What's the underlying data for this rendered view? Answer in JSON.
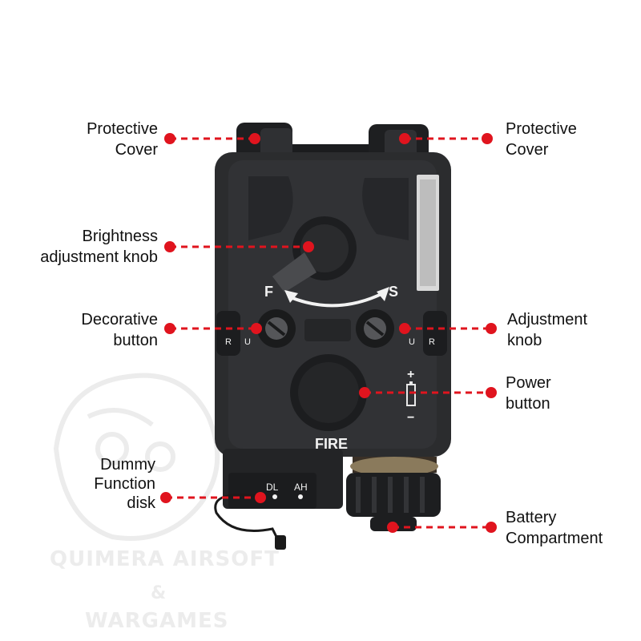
{
  "device_markings": {
    "fire": "FIRE",
    "f": "F",
    "s": "S",
    "dl": "DL",
    "ah": "AH",
    "left_toggle": [
      "R",
      "U"
    ],
    "right_toggle": [
      "U",
      "R"
    ],
    "plus": "+",
    "minus": "−"
  },
  "callouts": [
    {
      "id": "protective-cover-left",
      "text": "Protective\nCover",
      "side": "left"
    },
    {
      "id": "protective-cover-right",
      "text": "Protective\nCover",
      "side": "right"
    },
    {
      "id": "brightness-knob",
      "text": "Brightness\nadjustment knob",
      "side": "left"
    },
    {
      "id": "decorative-button",
      "text": "Decorative\nbutton",
      "side": "left"
    },
    {
      "id": "adjustment-knob",
      "text": "Adjustment\nknob",
      "side": "right"
    },
    {
      "id": "power-button",
      "text": "Power\nbutton",
      "side": "right"
    },
    {
      "id": "dummy-function-disk",
      "text": "Dummy\nFunction\ndisk",
      "side": "left"
    },
    {
      "id": "battery-compartment",
      "text": "Battery\nCompartment",
      "side": "right"
    }
  ],
  "watermark": {
    "line1": "QUIMERA AIRSOFT",
    "line2": "&",
    "line3": "WARGAMES"
  },
  "colors": {
    "accent_red": "#e0141e",
    "device_body": "#2b2c2e",
    "device_dark": "#1a1b1c",
    "watermark": "#ececec"
  }
}
